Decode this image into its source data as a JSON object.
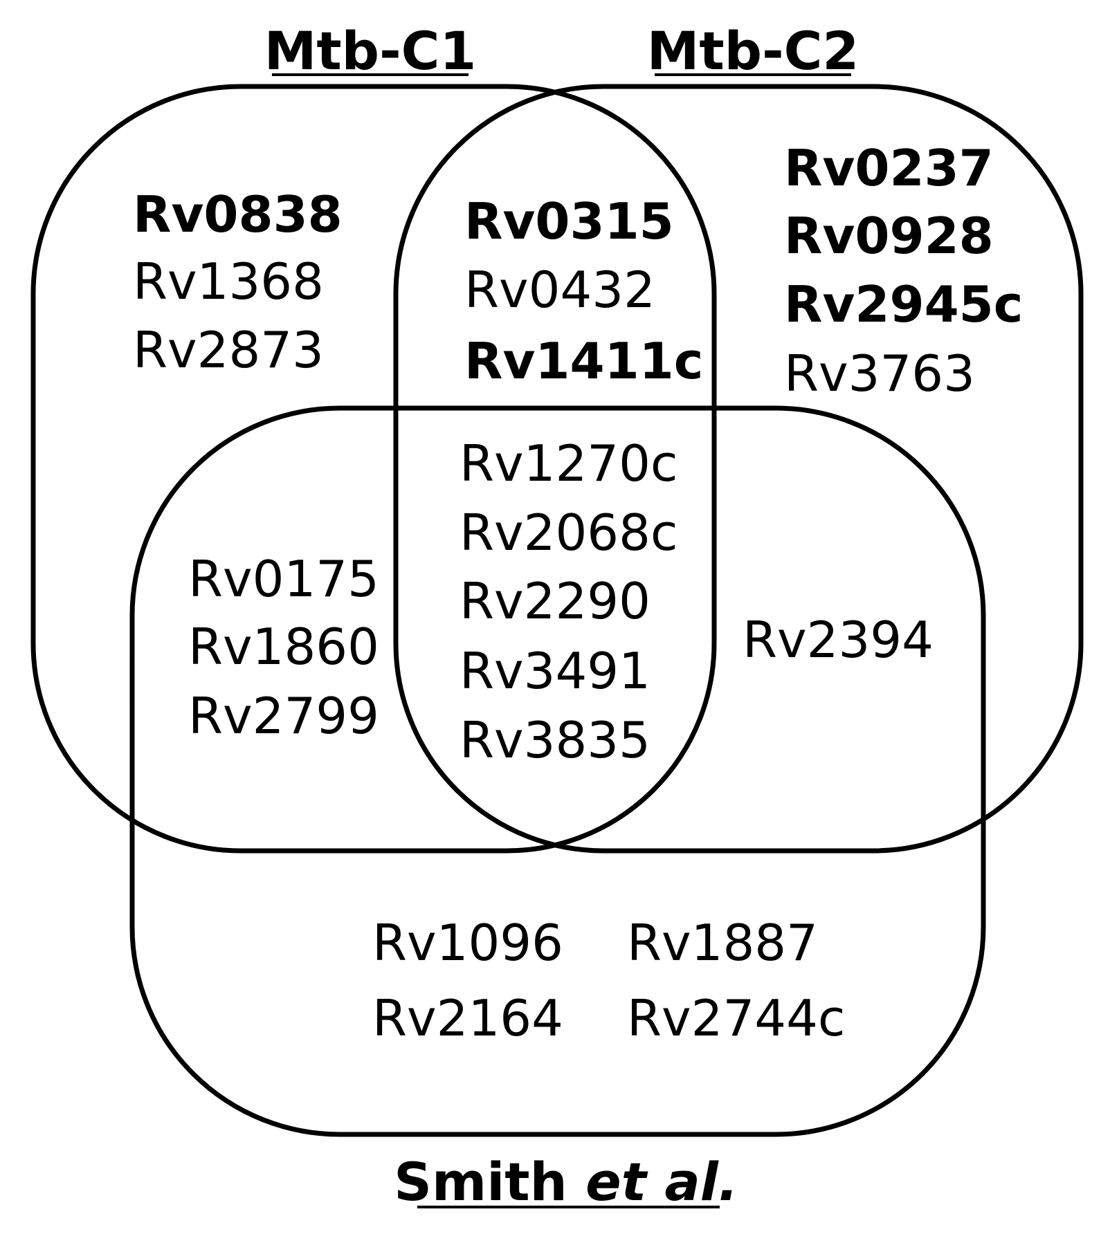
{
  "sets": [
    {
      "id": "set-mtb-c1",
      "title": "Mtb-C1"
    },
    {
      "id": "set-mtb-c2",
      "title": "Mtb-C2"
    },
    {
      "id": "set-smith",
      "title_main": "Smith ",
      "title_italic": "et al."
    }
  ],
  "regions": {
    "c1_only": [
      {
        "label": "Rv0838",
        "bold": true
      },
      {
        "label": "Rv1368",
        "bold": false
      },
      {
        "label": "Rv2873",
        "bold": false
      }
    ],
    "c1_c2": [
      {
        "label": "Rv0315",
        "bold": true
      },
      {
        "label": "Rv0432",
        "bold": false
      },
      {
        "label": "Rv1411c",
        "bold": true
      }
    ],
    "c2_only": [
      {
        "label": "Rv0237",
        "bold": true
      },
      {
        "label": "Rv0928",
        "bold": true
      },
      {
        "label": "Rv2945c",
        "bold": true
      },
      {
        "label": "Rv3763",
        "bold": false
      }
    ],
    "c1_smith": [
      {
        "label": "Rv0175",
        "bold": false
      },
      {
        "label": "Rv1860",
        "bold": false
      },
      {
        "label": "Rv2799",
        "bold": false
      }
    ],
    "all_three": [
      {
        "label": "Rv1270c",
        "bold": false
      },
      {
        "label": "Rv2068c",
        "bold": false
      },
      {
        "label": "Rv2290",
        "bold": false
      },
      {
        "label": "Rv3491",
        "bold": false
      },
      {
        "label": "Rv3835",
        "bold": false
      }
    ],
    "c2_smith": [
      {
        "label": "Rv2394",
        "bold": false
      }
    ],
    "smith_only": [
      {
        "label": "Rv1096",
        "bold": false
      },
      {
        "label": "Rv2164",
        "bold": false
      },
      {
        "label": "Rv1887",
        "bold": false
      },
      {
        "label": "Rv2744c",
        "bold": false
      }
    ]
  }
}
